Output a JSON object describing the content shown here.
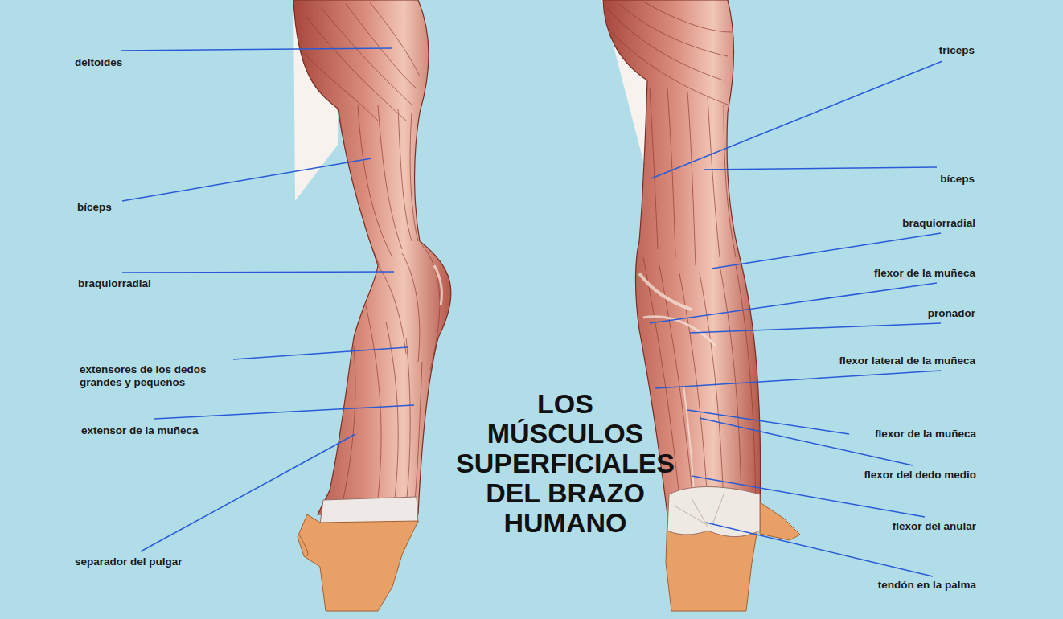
{
  "diagram": {
    "title": "LOS MÚSCULOS SUPERFICIALES DEL BRAZO HUMANO",
    "labels": [
      "deltoides",
      "bíceps",
      "braquiorradial",
      "extensores de los dedos grandes y pequeños",
      "extensor de la muñeca",
      "separador del pulgar",
      "tríceps",
      "bíceps",
      "braquiorradial",
      "flexor de la muñeca",
      "pronador",
      "flexor lateral de la muñeca",
      "flexor de la muñeca",
      "flexor del dedo medio",
      "flexor del anular",
      "tendón en la palma"
    ]
  }
}
